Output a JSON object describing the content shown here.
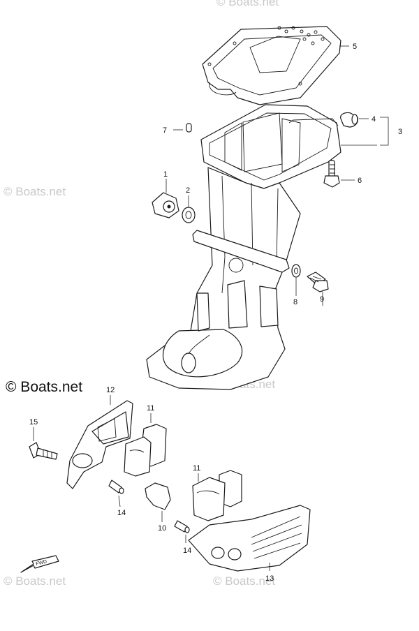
{
  "copyright": "© Boats.net",
  "watermark": "© Boats.net",
  "fwd_label": "FWD",
  "callouts": {
    "p1": "1",
    "p2": "2",
    "p3": "3",
    "p4": "4",
    "p5": "5",
    "p6": "6",
    "p7": "7",
    "p8": "8",
    "p9": "9",
    "p10": "10",
    "p11a": "11",
    "p11b": "11",
    "p12": "12",
    "p13": "13",
    "p14a": "14",
    "p14b": "14",
    "p15": "15"
  }
}
